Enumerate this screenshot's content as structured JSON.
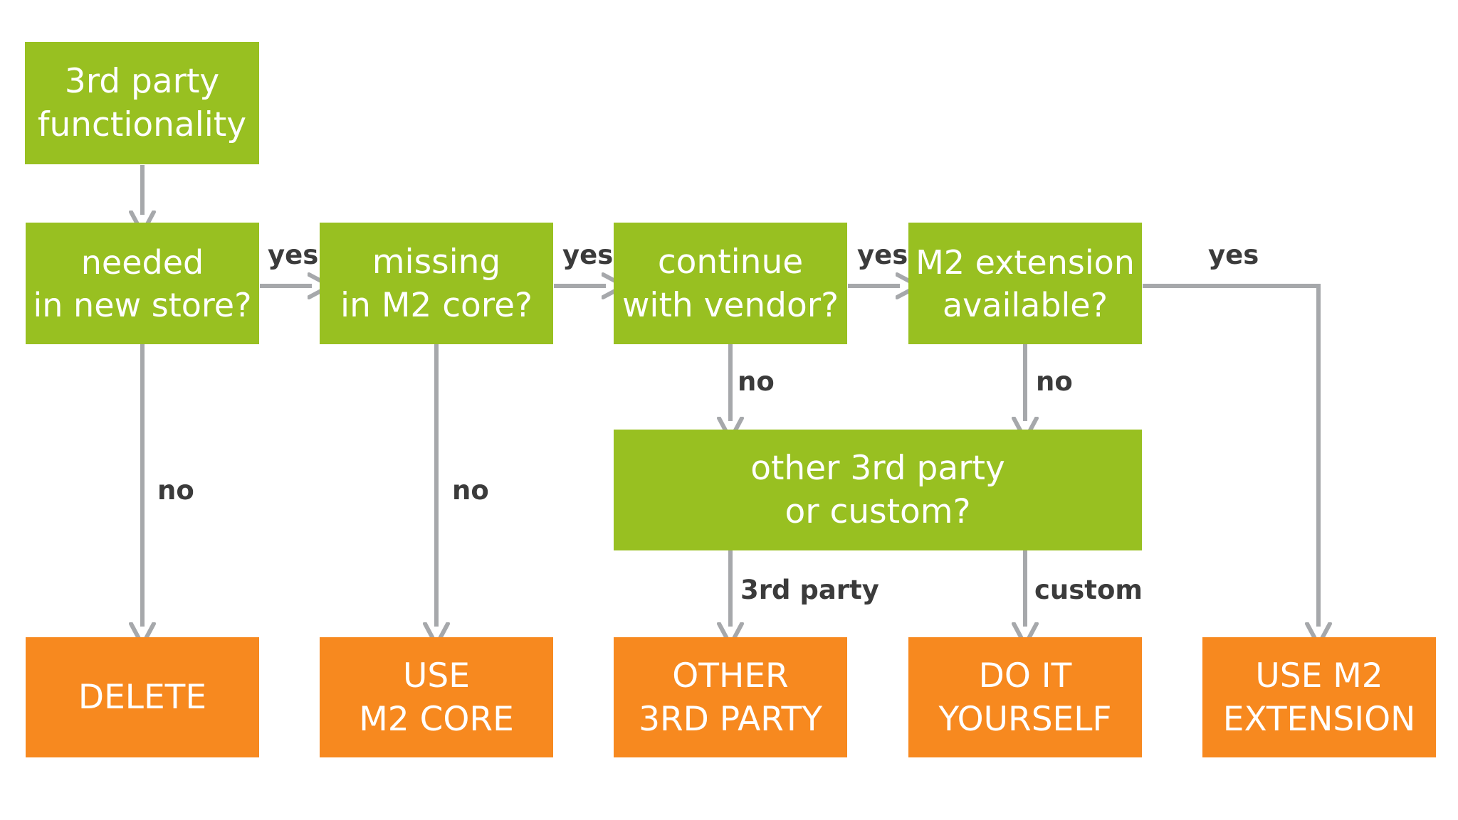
{
  "colors": {
    "decision": "#98c021",
    "outcome": "#f7891f",
    "connector": "#a6a8ab",
    "label": "#3b3b3b",
    "text": "#ffffff"
  },
  "nodes": {
    "start": {
      "lines": [
        "3rd party",
        "functionality"
      ]
    },
    "needed": {
      "lines": [
        "needed",
        "in new store?"
      ]
    },
    "missing": {
      "lines": [
        "missing",
        "in M2 core?"
      ]
    },
    "continue": {
      "lines": [
        "continue",
        "with vendor?"
      ]
    },
    "extension": {
      "lines": [
        "M2 extension",
        "available?"
      ]
    },
    "other_or_custom": {
      "lines": [
        "other 3rd party",
        "or custom?"
      ]
    },
    "delete": {
      "lines": [
        "DELETE"
      ]
    },
    "use_core": {
      "lines": [
        "USE",
        "M2 CORE"
      ]
    },
    "other_party": {
      "lines": [
        "OTHER",
        "3RD PARTY"
      ]
    },
    "do_it": {
      "lines": [
        "DO IT",
        "YOURSELF"
      ]
    },
    "use_extension": {
      "lines": [
        "USE M2",
        "EXTENSION"
      ]
    }
  },
  "edges": {
    "needed_yes": "yes",
    "missing_yes": "yes",
    "continue_yes": "yes",
    "extension_yes": "yes",
    "needed_no": "no",
    "missing_no": "no",
    "continue_no": "no",
    "extension_no": "no",
    "third_party": "3rd party",
    "custom": "custom"
  }
}
